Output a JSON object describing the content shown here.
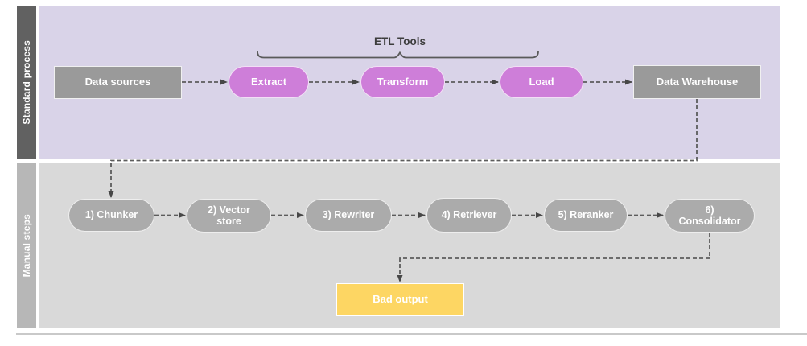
{
  "diagram": {
    "standard_lane": {
      "label": "Standard process",
      "etl_group_label": "ETL Tools",
      "nodes": [
        {
          "id": "data-sources",
          "label": "Data sources",
          "shape": "rectangle"
        },
        {
          "id": "extract",
          "label": "Extract",
          "shape": "pill"
        },
        {
          "id": "transform",
          "label": "Transform",
          "shape": "pill"
        },
        {
          "id": "load",
          "label": "Load",
          "shape": "pill"
        },
        {
          "id": "data-warehouse",
          "label": "Data Warehouse",
          "shape": "rectangle"
        }
      ]
    },
    "manual_lane": {
      "label": "Manual steps",
      "nodes": [
        {
          "id": "chunker",
          "label": "1) Chunker",
          "shape": "pill"
        },
        {
          "id": "vector-store",
          "label": "2) Vector store",
          "shape": "pill"
        },
        {
          "id": "rewriter",
          "label": "3) Rewriter",
          "shape": "pill"
        },
        {
          "id": "retriever",
          "label": "4) Retriever",
          "shape": "pill"
        },
        {
          "id": "reranker",
          "label": "5) Reranker",
          "shape": "pill"
        },
        {
          "id": "consolidator",
          "label": "6) Consolidator",
          "shape": "pill"
        },
        {
          "id": "bad-output",
          "label": "Bad output",
          "shape": "rectangle"
        }
      ]
    },
    "connections": [
      "Data sources -> Extract",
      "Extract -> Transform",
      "Transform -> Load",
      "Load -> Data Warehouse",
      "Data Warehouse -> 1) Chunker",
      "1) Chunker -> 2) Vector store",
      "2) Vector store -> 3) Rewriter",
      "3) Rewriter -> 4) Retriever",
      "4) Retriever -> 5) Reranker",
      "5) Reranker -> 6) Consolidator",
      "6) Consolidator -> Bad output"
    ],
    "colors": {
      "standard_lane_background": "#d9d3e8",
      "standard_lane_label_bar": "#616161",
      "manual_lane_background": "#d9d9d9",
      "manual_lane_label_bar": "#b7b7b7",
      "rectangle_node": "#9a9a9a",
      "etl_pill_node": "#ce7ed9",
      "manual_pill_node": "#ababab",
      "bad_output_node": "#fdd663",
      "connector": "#5c5c5c",
      "node_text": "#ffffff",
      "group_label_text": "#3d3d3d"
    }
  }
}
